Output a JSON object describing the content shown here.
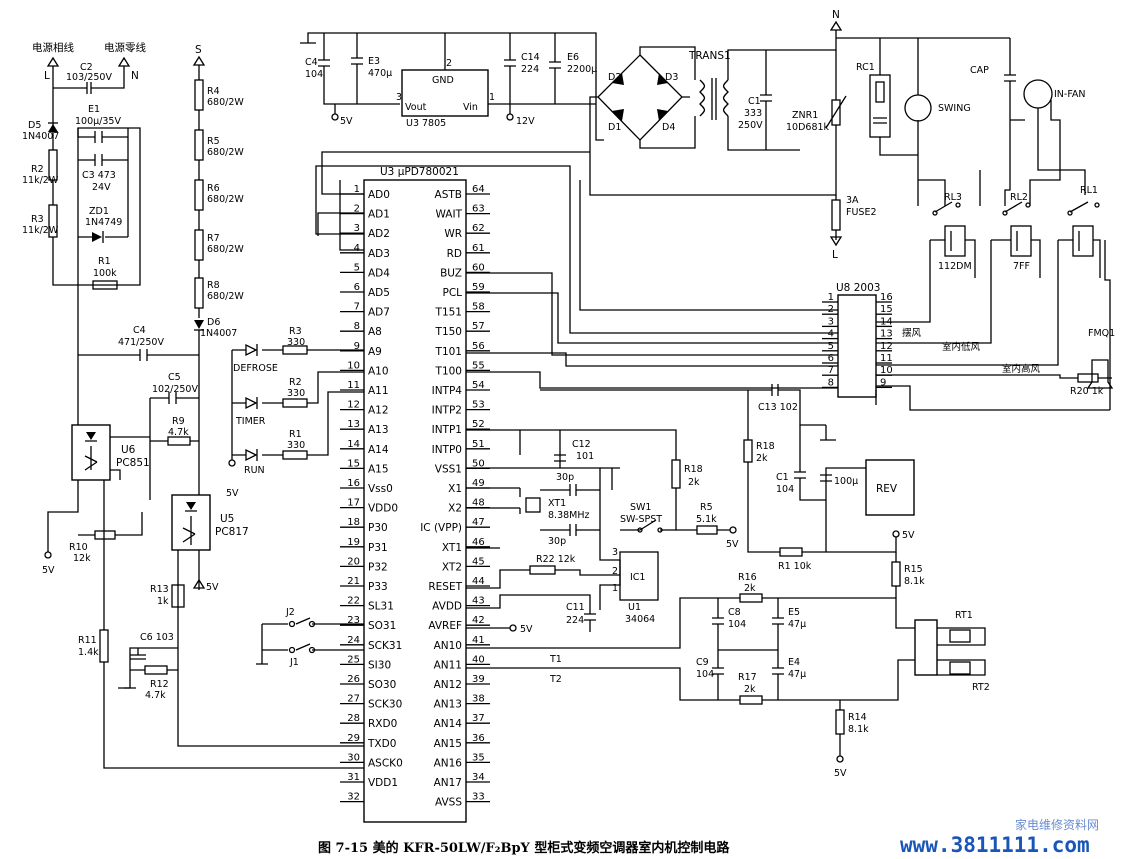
{
  "caption": "图 7-15   美的 KFR-50LW/F₂BpY 型柜式变频空调器室内机控制电路",
  "watermark": "www.3811111.com",
  "watermark_logo": "家电维修资料网",
  "mcu": {
    "name": "U3 μPD780021",
    "left_pins": [
      {
        "n": "1",
        "l": "AD0"
      },
      {
        "n": "2",
        "l": "AD1"
      },
      {
        "n": "3",
        "l": "AD2"
      },
      {
        "n": "4",
        "l": "AD3"
      },
      {
        "n": "5",
        "l": "AD4"
      },
      {
        "n": "6",
        "l": "AD5"
      },
      {
        "n": "7",
        "l": "AD7"
      },
      {
        "n": "8",
        "l": "A8"
      },
      {
        "n": "9",
        "l": "A9"
      },
      {
        "n": "10",
        "l": "A10"
      },
      {
        "n": "11",
        "l": "A11"
      },
      {
        "n": "12",
        "l": "A12"
      },
      {
        "n": "13",
        "l": "A13"
      },
      {
        "n": "14",
        "l": "A14"
      },
      {
        "n": "15",
        "l": "A15"
      },
      {
        "n": "16",
        "l": "Vss0"
      },
      {
        "n": "17",
        "l": "VDD0"
      },
      {
        "n": "18",
        "l": "P30"
      },
      {
        "n": "19",
        "l": "P31"
      },
      {
        "n": "20",
        "l": "P32"
      },
      {
        "n": "21",
        "l": "P33"
      },
      {
        "n": "22",
        "l": "SL31"
      },
      {
        "n": "23",
        "l": "SO31"
      },
      {
        "n": "24",
        "l": "SCK31"
      },
      {
        "n": "25",
        "l": "SI30"
      },
      {
        "n": "26",
        "l": "SO30"
      },
      {
        "n": "27",
        "l": "SCK30"
      },
      {
        "n": "28",
        "l": "RXD0"
      },
      {
        "n": "29",
        "l": "TXD0"
      },
      {
        "n": "30",
        "l": "ASCK0"
      },
      {
        "n": "31",
        "l": "VDD1"
      },
      {
        "n": "32",
        "l": ""
      }
    ],
    "right_pins": [
      {
        "n": "64",
        "l": "ASTB"
      },
      {
        "n": "63",
        "l": "WAIT"
      },
      {
        "n": "62",
        "l": "WR"
      },
      {
        "n": "61",
        "l": "RD"
      },
      {
        "n": "60",
        "l": "BUZ"
      },
      {
        "n": "59",
        "l": "PCL"
      },
      {
        "n": "58",
        "l": "T151"
      },
      {
        "n": "57",
        "l": "T150"
      },
      {
        "n": "56",
        "l": "T101"
      },
      {
        "n": "55",
        "l": "T100"
      },
      {
        "n": "54",
        "l": "INTP4"
      },
      {
        "n": "53",
        "l": "INTP2"
      },
      {
        "n": "52",
        "l": "INTP1"
      },
      {
        "n": "51",
        "l": "INTP0"
      },
      {
        "n": "50",
        "l": "VSS1"
      },
      {
        "n": "49",
        "l": "X1"
      },
      {
        "n": "48",
        "l": "X2"
      },
      {
        "n": "47",
        "l": "IC (VPP)"
      },
      {
        "n": "46",
        "l": "XT1"
      },
      {
        "n": "45",
        "l": "XT2"
      },
      {
        "n": "44",
        "l": "RESET"
      },
      {
        "n": "43",
        "l": "AVDD"
      },
      {
        "n": "42",
        "l": "AVREF"
      },
      {
        "n": "41",
        "l": "AN10"
      },
      {
        "n": "40",
        "l": "AN11"
      },
      {
        "n": "39",
        "l": "AN12"
      },
      {
        "n": "38",
        "l": "AN13"
      },
      {
        "n": "37",
        "l": "AN14"
      },
      {
        "n": "36",
        "l": "AN15"
      },
      {
        "n": "35",
        "l": "AN16"
      },
      {
        "n": "34",
        "l": "AN17"
      },
      {
        "n": "33",
        "l": "AVSS"
      }
    ]
  },
  "driver": {
    "name": "U8 2003",
    "left_pins": [
      "1",
      "2",
      "3",
      "4",
      "5",
      "6",
      "7",
      "8"
    ],
    "right_pins": [
      "16",
      "15",
      "14",
      "13",
      "12",
      "11",
      "10",
      "9"
    ]
  },
  "labels": {
    "live_cn": "电源相线",
    "neutral_cn": "电源零线",
    "L": "L",
    "N": "N",
    "S": "S",
    "C2": "C2",
    "C2v": "103/250V",
    "D5": "D5",
    "D5v": "1N4007",
    "E1": "E1",
    "E1v": "100μ/35V",
    "C3": "C3 473",
    "C3v": "24V",
    "R2": "R2",
    "R2v": "11k/2W",
    "R3": "R3",
    "R3v": "11k/2W",
    "ZD1": "ZD1",
    "ZD1v": "1N4749",
    "R1a": "R1",
    "R1av": "100k",
    "R4": "R4",
    "R4v": "680/2W",
    "R5": "R5",
    "R5v": "680/2W",
    "R6": "R6",
    "R6v": "680/2W",
    "R7": "R7",
    "R7v": "680/2W",
    "R8": "R8",
    "R8v": "680/2W",
    "D6": "D6",
    "D6v": "1N4007",
    "C4b": "C4",
    "C4bv": "471/250V",
    "C5": "C5",
    "C5v": "102/250V",
    "R9": "R9",
    "R9v": "4.7k",
    "U6": "U6",
    "U6v": "PC851",
    "U5": "U5",
    "U5v": "PC817",
    "R10": "R10",
    "R10v": "12k",
    "R13": "R13",
    "R13v": "1k",
    "R11": "R11",
    "R11v": "1.4k",
    "C6": "C6 103",
    "R12": "R12",
    "R12v": "4.7k",
    "J1": "J1",
    "J2": "J2",
    "R3b": "R3",
    "R3bv": "330",
    "R2b": "R2",
    "R2bv": "330",
    "R1b": "R1",
    "R1bv": "330",
    "defrost": "DEFROSE",
    "timer": "TIMER",
    "run": "RUN",
    "v5": "5V",
    "v12": "12V",
    "C4a": "C4",
    "C4av": "104",
    "E3": "E3",
    "E3v": "470μ",
    "U3reg": "U3 7805",
    "GND": "GND",
    "Vout": "Vout",
    "Vin": "Vin",
    "p1": "1",
    "p2": "2",
    "p3": "3",
    "C14": "C14",
    "C14v": "224",
    "E6": "E6",
    "E6v": "2200μ",
    "D1": "D1",
    "D2": "D2",
    "D3": "D3",
    "D4": "D4",
    "TRANS1": "TRANS1",
    "C1a": "C1",
    "C1av": "333",
    "C1av2": "250V",
    "ZNR1": "ZNR1",
    "ZNR1v": "10D681k",
    "FUSE": "3A",
    "FUSEv": "FUSE2",
    "RC1": "RC1",
    "SWING": "SWING",
    "CAP": "CAP",
    "INFAN": "IN-FAN",
    "RL1": "RL1",
    "RL2": "RL2",
    "RL3": "RL3",
    "r112": "112DM",
    "r7ff": "7FF",
    "baifeng": "摆风",
    "dif": "室内低风",
    "gaof": "室内高风",
    "FMQ1": "FMQ1",
    "R20": "R20 1k",
    "C13": "C13 102",
    "R18a": "R18",
    "R18av": "2k",
    "C1b": "C1",
    "C1bv": "104",
    "C1bv2": "100μ",
    "REV": "REV",
    "R1c": "R1 10k",
    "C12": "C12",
    "C12v": "101",
    "c30a": "30p",
    "c30b": "30p",
    "XT1": "XT1",
    "XT1v": "8.38MHz",
    "R18b": "R18",
    "R18bv": "2k",
    "SW1": "SW1",
    "SW1v": "SW-SPST",
    "R5b": "R5",
    "R5bv": "5.1k",
    "R22": "R22 12k",
    "IC1": "IC1",
    "U1": "U1",
    "U1v": "34064",
    "C11": "C11",
    "C11v": "224",
    "R16": "R16",
    "R16v": "2k",
    "C8": "C8",
    "C8v": "104",
    "E5": "E5",
    "E5v": "47μ",
    "C9": "C9",
    "C9v": "104",
    "R17": "R17",
    "R17v": "2k",
    "E4": "E4",
    "E4v": "47μ",
    "R15": "R15",
    "R15v": "8.1k",
    "R14": "R14",
    "R14v": "8.1k",
    "RT1": "RT1",
    "RT2": "RT2",
    "T1": "T1",
    "T2": "T2"
  }
}
